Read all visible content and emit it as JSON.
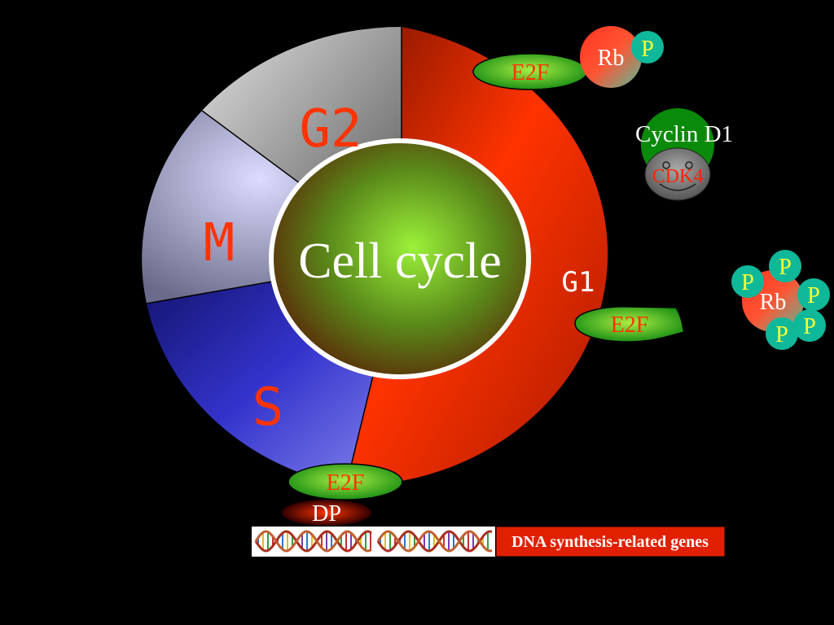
{
  "center": {
    "label": "Cell cycle"
  },
  "phases": {
    "g2": "G2",
    "m": "M",
    "s": "S",
    "g1": "G1"
  },
  "proteins": {
    "e2f": "E2F",
    "rb": "Rb",
    "p": "P",
    "cyclin_d1": "Cyclin D1",
    "cdk4": "CDK4",
    "dp": "DP"
  },
  "genes": {
    "label": "DNA synthesis-related genes"
  },
  "colors": {
    "background": "#000000",
    "g1": "#ff3300",
    "s": "#3333cc",
    "m": "#c8c8f0",
    "g2": "#a0a0a0",
    "center": "#8fe83a",
    "e2f": "#22aa22",
    "phase_text": "#ff3300",
    "p_disc": "#10b89a",
    "p_text": "#ffff33",
    "cyclin": "#0a8a0a",
    "cdk4_text": "#ff2200",
    "gene_bar": "#e02000"
  }
}
